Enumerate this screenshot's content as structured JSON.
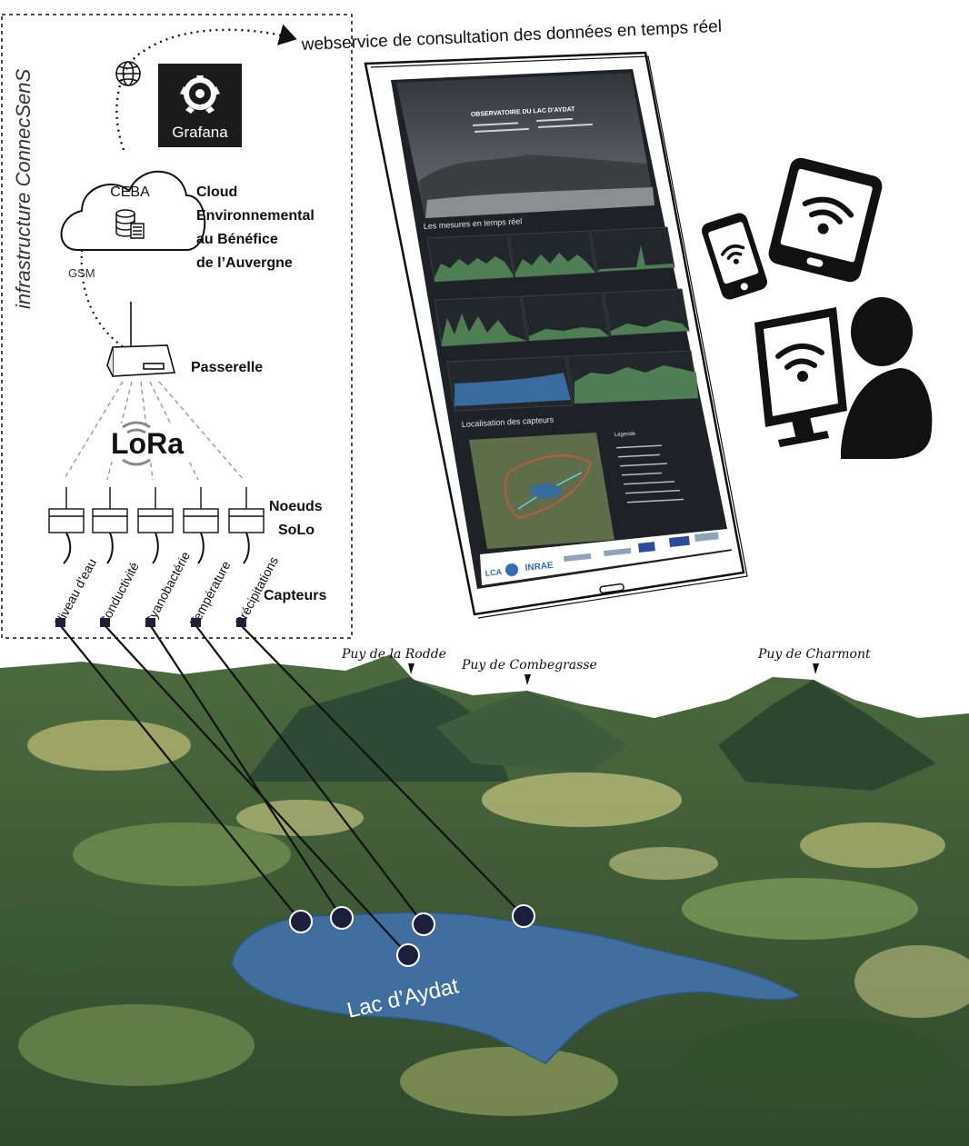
{
  "title_arrow_text": "webservice de consultation des données en temps réel",
  "infrastructure_label": "infrastructure ConnecSenS",
  "grafana_label": "Grafana",
  "ceba_label": "CEBA",
  "cloud_desc": [
    "Cloud",
    "Environnemental",
    "au Bénéfice",
    "de l’Auvergne"
  ],
  "gsm_label": "GSM",
  "passerelle_label": "Passerelle",
  "lora_label": "LoRa",
  "nodes_label": [
    "Noeuds",
    "SoLo"
  ],
  "capteurs_label": "Capteurs",
  "sensors": [
    "Niveau d’eau",
    "Conductivité",
    "Cyanobactérie",
    "Température",
    "Précipitations"
  ],
  "peaks": [
    "Puy de la Rodde",
    "Puy de Combegrasse",
    "Puy de Charmont"
  ],
  "lake_label": "Lac d’Aydat",
  "dashboard": {
    "header_title": "OBSERVATOIRE DU LAC D'AYDAT",
    "section_measures": "Les mesures en temps réel",
    "section_location": "Localisation des capteurs",
    "legend_title": "Légende",
    "logos": [
      "LCA",
      "INRAE"
    ]
  },
  "colors": {
    "lake": "#3f6e9f",
    "dashboard_bg": "#1e2227",
    "chart_green": "#4f7d54",
    "chart_blue": "#3a6b9e",
    "sensor_dot": "#1c1f3b"
  }
}
